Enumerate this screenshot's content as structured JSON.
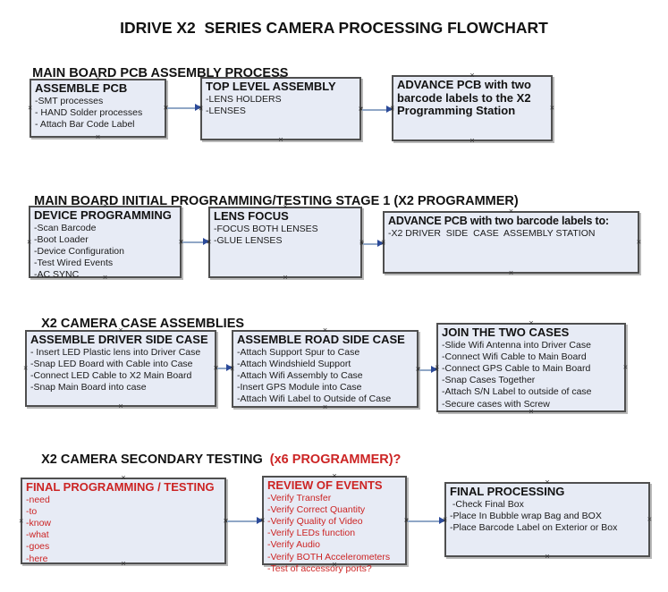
{
  "page": {
    "title": "IDRIVE X2  SERIES CAMERA PROCESSING FLOWCHART"
  },
  "colors": {
    "box_fill": "#e7ebf5",
    "box_border": "#4f4f4f",
    "connector_line": "#90a7c6",
    "arrow_head": "#2b4a99",
    "red_text": "#cc2424"
  },
  "icons": {
    "anchor_x": "×"
  },
  "sections": [
    {
      "heading": "MAIN BOARD PCB ASSEMBLY PROCESS",
      "boxes": [
        {
          "title": "ASSEMBLE PCB",
          "items": [
            "-SMT processes",
            "- HAND Solder processes",
            "- Attach Bar Code Label"
          ]
        },
        {
          "title": "TOP LEVEL ASSEMBLY",
          "items": [
            "-LENS HOLDERS",
            "-LENSES"
          ]
        },
        {
          "title": "ADVANCE PCB with two barcode labels to the X2 Programming Station",
          "items": []
        }
      ]
    },
    {
      "heading": "MAIN BOARD INITIAL PROGRAMMING/TESTING STAGE 1 (X2 PROGRAMMER)",
      "boxes": [
        {
          "title": "DEVICE PROGRAMMING",
          "items": [
            "-Scan Barcode",
            "-Boot Loader",
            "-Device Configuration",
            "-Test Wired Events",
            "-AC SYNC"
          ]
        },
        {
          "title": "LENS FOCUS",
          "items": [
            "-FOCUS BOTH LENSES",
            "-GLUE LENSES"
          ]
        },
        {
          "title": "ADVANCE PCB with two barcode labels to:",
          "items": [
            "-X2 DRIVER  SIDE  CASE  ASSEMBLY STATION"
          ]
        }
      ]
    },
    {
      "heading": "X2 CAMERA CASE ASSEMBLIES",
      "boxes": [
        {
          "title": "ASSEMBLE DRIVER SIDE CASE",
          "items": [
            "- Insert LED Plastic lens into Driver Case",
            "-Snap LED Board with Cable into Case",
            "-Connect LED Cable to X2 Main Board",
            "-Snap Main Board into case"
          ]
        },
        {
          "title": "ASSEMBLE ROAD SIDE CASE",
          "items": [
            "-Attach Support Spur to Case",
            "-Attach Windshield Support",
            "-Attach Wifi Assembly to Case",
            "-Insert GPS Module into Case",
            "-Attach Wifi Label to Outside of Case"
          ]
        },
        {
          "title": "JOIN THE TWO CASES",
          "items": [
            "-Slide Wifi Antenna into Driver Case",
            "-Connect Wifi Cable to Main Board",
            "-Connect GPS Cable to Main Board",
            "-Snap Cases Together",
            "-Attach S/N Label to outside of case",
            "-Secure cases with Screw"
          ]
        }
      ]
    },
    {
      "heading": "X2 CAMERA SECONDARY TESTING ",
      "heading_red": " (x6 PROGRAMMER)?",
      "boxes": [
        {
          "title": "FINAL PROGRAMMING / TESTING",
          "items": [
            "-need",
            "-to",
            "-know",
            "-what",
            "-goes",
            "-here"
          ]
        },
        {
          "title": "REVIEW OF EVENTS",
          "items": [
            "-Verify Transfer",
            "-Verify Correct Quantity",
            "-Verify Quality of Video",
            "-Verify LEDs function",
            "-Verify Audio",
            "-Verify BOTH Accelerometers",
            "-Test of accessory ports?"
          ]
        },
        {
          "title": "FINAL PROCESSING",
          "items": [
            " -Check Final Box",
            "-Place In Bubble wrap Bag and BOX",
            "-Place Barcode Label on Exterior or Box"
          ]
        }
      ]
    }
  ]
}
